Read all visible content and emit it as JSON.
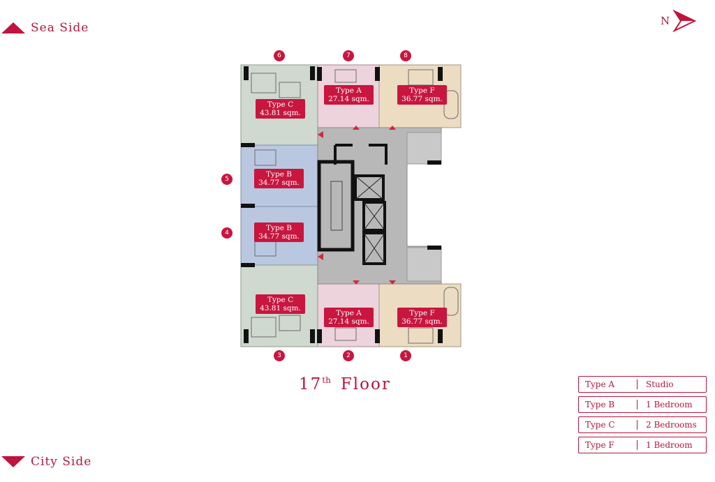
{
  "orientation": {
    "top_label": "Sea Side",
    "bottom_label": "City Side",
    "north": "N"
  },
  "floor": {
    "number": "17",
    "suffix": "th",
    "word": "Floor"
  },
  "colors": {
    "accent": "#c0143c",
    "type_a": "#ecd3dc",
    "type_b": "#b9c7e0",
    "type_c": "#cfd9cf",
    "type_f": "#ecdcc2",
    "core": "#b8b8b8"
  },
  "units": [
    {
      "number": "6",
      "type": "Type C",
      "area": "43.81 sqm."
    },
    {
      "number": "7",
      "type": "Type A",
      "area": "27.14 sqm."
    },
    {
      "number": "8",
      "type": "Type F",
      "area": "36.77 sqm."
    },
    {
      "number": "5",
      "type": "Type B",
      "area": "34.77 sqm."
    },
    {
      "number": "4",
      "type": "Type B",
      "area": "34.77 sqm."
    },
    {
      "number": "3",
      "type": "Type C",
      "area": "43.81 sqm."
    },
    {
      "number": "2",
      "type": "Type A",
      "area": "27.14 sqm."
    },
    {
      "number": "1",
      "type": "Type F",
      "area": "36.77 sqm."
    }
  ],
  "legend": [
    {
      "type": "Type A",
      "desc": "Studio"
    },
    {
      "type": "Type B",
      "desc": "1 Bedroom"
    },
    {
      "type": "Type C",
      "desc": "2 Bedrooms"
    },
    {
      "type": "Type F",
      "desc": "1 Bedroom"
    }
  ]
}
